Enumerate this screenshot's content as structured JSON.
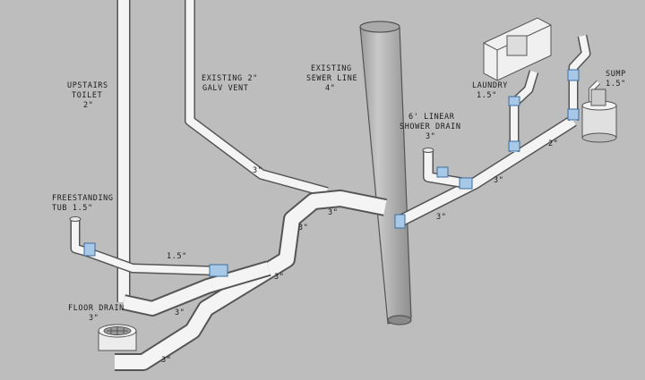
{
  "diagram": {
    "labels": {
      "upstairs_toilet": [
        "UPSTAIRS",
        "TOILET",
        "2\""
      ],
      "existing_vent": [
        "EXISTING 2\"",
        "GALV VENT"
      ],
      "existing_sewer": [
        "EXISTING",
        "SEWER LINE",
        "4\""
      ],
      "laundry": [
        "LAUNDRY",
        "1.5\""
      ],
      "sump": [
        "SUMP",
        "1.5\""
      ],
      "linear_shower_drain": [
        "6' LINEAR",
        "SHOWER DRAIN",
        "3\""
      ],
      "freestanding_tub": [
        "FREESTANDING",
        "TUB 1.5\""
      ],
      "floor_drain": [
        "FLOOR DRAIN",
        "3\""
      ]
    },
    "sizes": {
      "vent_run": "3\"",
      "sewer_tie": "3\"",
      "tub_arm": "1.5\"",
      "main_upper": "3\"",
      "main_mid": "3\"",
      "main_lower": "3\"",
      "floor_run": "3\"",
      "shower_main": "3\"",
      "shower_branch": "3\"",
      "sump_branch": "2\""
    }
  }
}
